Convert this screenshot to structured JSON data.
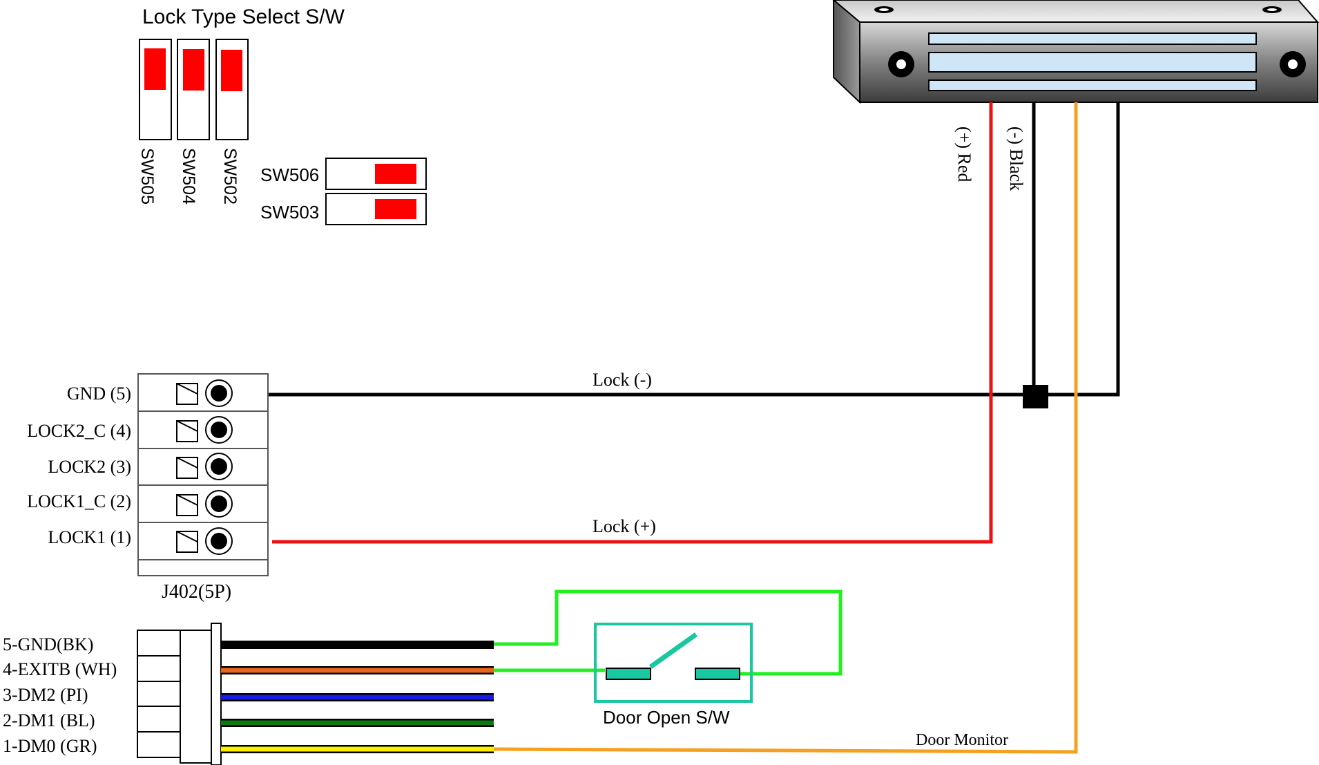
{
  "switch_panel": {
    "title": "Lock Type Select S/W",
    "vertical_switches": [
      "SW505",
      "SW504",
      "SW502"
    ],
    "horizontal_switches": [
      "SW506",
      "SW503"
    ]
  },
  "maglock": {
    "wire_red_label": "(+) Red",
    "wire_black_label": "(-) Black"
  },
  "terminal_j402": {
    "name": "J402(5P)",
    "pins": [
      "GND (5)",
      "LOCK2_C (4)",
      "LOCK2 (3)",
      "LOCK1_C (2)",
      "LOCK1 (1)"
    ]
  },
  "wire_labels": {
    "lock_minus": "Lock (-)",
    "lock_plus": "Lock (+)",
    "door_monitor": "Door Monitor"
  },
  "connector": {
    "pins": [
      "5-GND(BK)",
      "4-EXITB (WH)",
      "3-DM2 (PI)",
      "2-DM1 (BL)",
      "1-DM0 (GR)"
    ]
  },
  "door_switch": {
    "label": "Door Open S/W"
  },
  "colors": {
    "switch_red": "#ff0000",
    "lock_red": "#ee1111",
    "lock_black": "#000000",
    "door_monitor_orange": "#f5a020",
    "exit_green": "#22ee22",
    "switch_teal": "#19c7a0",
    "lock_body_blue": "#cfe6f7"
  }
}
